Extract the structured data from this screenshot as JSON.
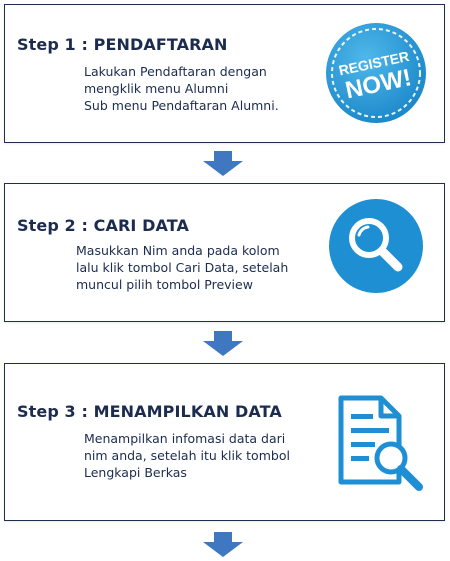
{
  "steps": [
    {
      "title": "Step 1 : PENDAFTARAN",
      "description": [
        "Lakukan Pendaftaran dengan",
        "mengklik menu Alumni",
        "Sub menu Pendaftaran Alumni."
      ],
      "icon": "register-now-badge-icon",
      "badge_text": [
        "REGISTER",
        "NOW!"
      ]
    },
    {
      "title": "Step 2 : CARI DATA",
      "description": [
        "Masukkan Nim anda pada kolom",
        "lalu klik tombol Cari Data, setelah",
        "muncul pilih tombol Preview"
      ],
      "icon": "magnifier-icon"
    },
    {
      "title": "Step 3 : MENAMPILKAN DATA",
      "description": [
        "Menampilkan infomasi data dari",
        "nim anda, setelah itu klik tombol",
        "Lengkapi Berkas"
      ],
      "icon": "document-search-icon"
    }
  ],
  "colors": {
    "accent_blue": "#1e8bd0",
    "arrow_blue": "#3f78c0",
    "border_navy": "#1e2f52",
    "text_navy": "#1c2c4f"
  }
}
